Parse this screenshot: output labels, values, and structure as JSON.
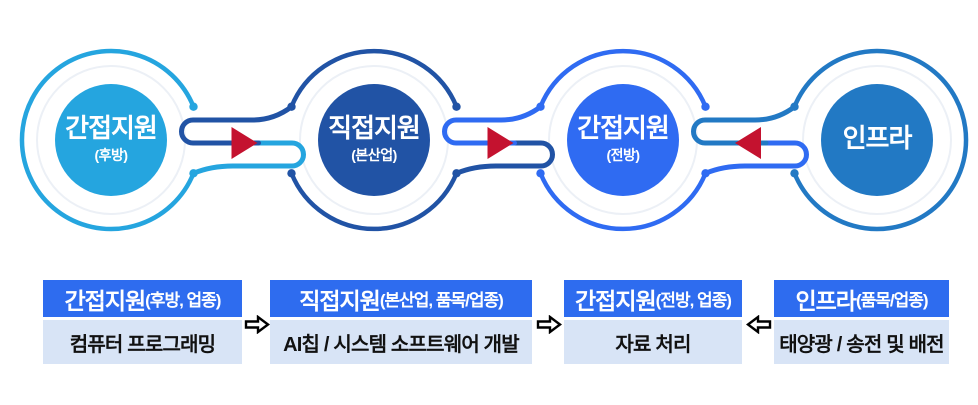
{
  "colors": {
    "node1": "#25A5DF",
    "node2": "#2153A5",
    "node3": "#2F6BF2",
    "node4": "#2279C4",
    "arrow_red": "#C4122F",
    "card_header_bg": "#2E6CEF",
    "card_body_bg": "#D8E4F6",
    "card_body_text": "#111111",
    "card_arrow_black": "#000000",
    "halo_ring": "#ECF0F6"
  },
  "flow_nodes": [
    {
      "label": "간접지원",
      "sublabel": "(후방)"
    },
    {
      "label": "직접지원",
      "sublabel": "(본산업)"
    },
    {
      "label": "간접지원",
      "sublabel": "(전방)"
    },
    {
      "label": "인프라",
      "sublabel": ""
    }
  ],
  "flow_connectors": [
    {
      "from": "간접지원(후방)",
      "to": "직접지원(본산업)",
      "direction": "right"
    },
    {
      "from": "직접지원(본산업)",
      "to": "간접지원(전방)",
      "direction": "right"
    },
    {
      "from": "인프라",
      "to": "간접지원(전방)",
      "direction": "left"
    }
  ],
  "cards": [
    {
      "title": "간접지원",
      "qualifier": "(후방, 업종)",
      "body": "컴퓨터 프로그래밍",
      "arrow_after": "right"
    },
    {
      "title": "직접지원",
      "qualifier": "(본산업, 품목/업종)",
      "body": "AI칩 / 시스템 소프트웨어 개발",
      "arrow_after": "right"
    },
    {
      "title": "간접지원",
      "qualifier": "(전방, 업종)",
      "body": "자료 처리",
      "arrow_after": "left"
    },
    {
      "title": "인프라",
      "qualifier": "(품목/업종)",
      "body": "태양광 / 송전 및 배전",
      "arrow_after": null
    }
  ]
}
